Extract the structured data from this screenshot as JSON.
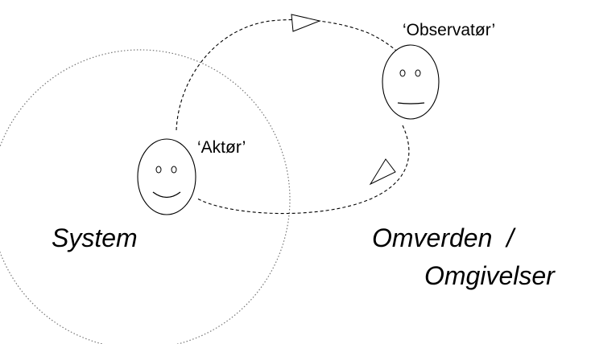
{
  "labels": {
    "observer": "‘Observatør’",
    "actor": "‘Aktør’",
    "system": "System",
    "environment_line1": "Omverden  /",
    "environment_line2": "Omgivelser"
  },
  "faces": [
    {
      "id": "actor",
      "expression": "smile"
    },
    {
      "id": "observer",
      "expression": "neutral"
    }
  ],
  "colors": {
    "stroke": "#000000",
    "system_circle": "#777777",
    "background": "#ffffff"
  }
}
